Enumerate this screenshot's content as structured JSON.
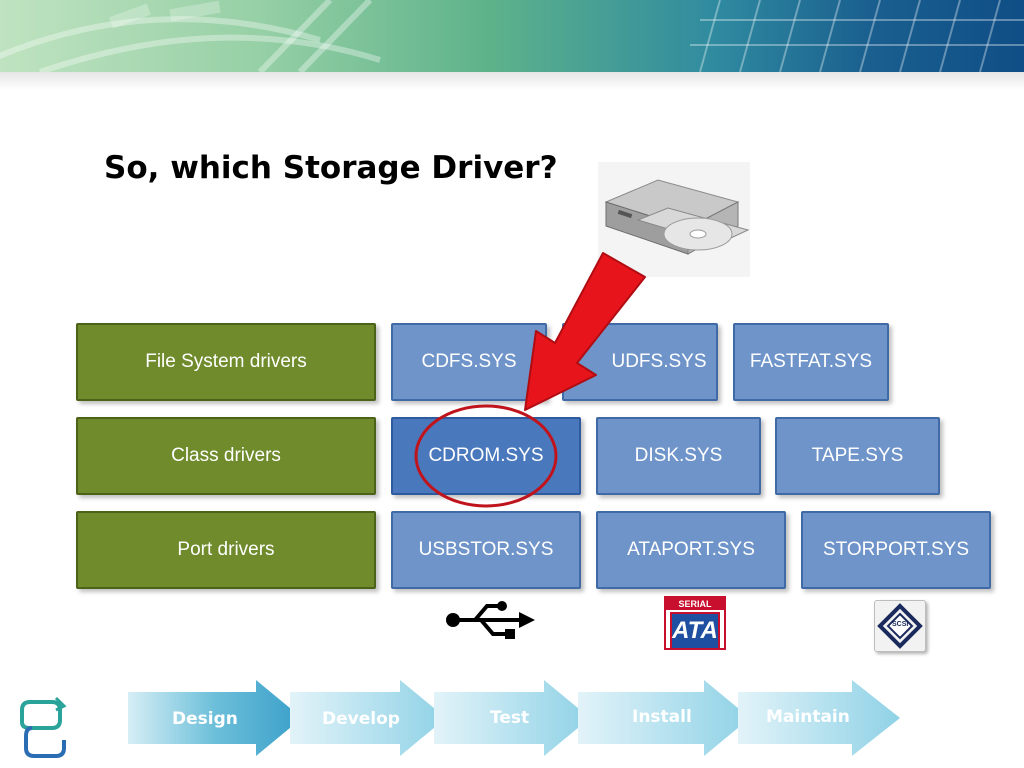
{
  "slide": {
    "title": "So, which Storage Driver?"
  },
  "rows": [
    {
      "label": "File System drivers",
      "drivers": [
        "CDFS.SYS",
        "UDFS.SYS",
        "FASTFAT.SYS"
      ]
    },
    {
      "label": "Class drivers",
      "drivers": [
        "CDROM.SYS",
        "DISK.SYS",
        "TAPE.SYS"
      ]
    },
    {
      "label": "Port drivers",
      "drivers": [
        "USBSTOR.SYS",
        "ATAPORT.SYS",
        "STORPORT.SYS"
      ]
    }
  ],
  "highlighted_driver": "CDROM.SYS",
  "bus_icons": [
    "usb-icon",
    "serial-ata-logo",
    "scsi-logo"
  ],
  "sata_logo_text": {
    "top": "SERIAL",
    "main": "ATA"
  },
  "scsi_logo_text": "SCSI",
  "pipeline": [
    "Design",
    "Develop",
    "Test",
    "Install",
    "Maintain"
  ],
  "colors": {
    "category_box": "#6f8b2c",
    "driver_box": "#6f94c9",
    "highlight_box": "#4a78bd",
    "arrow": "#e8141c",
    "circle": "#c0141c"
  }
}
